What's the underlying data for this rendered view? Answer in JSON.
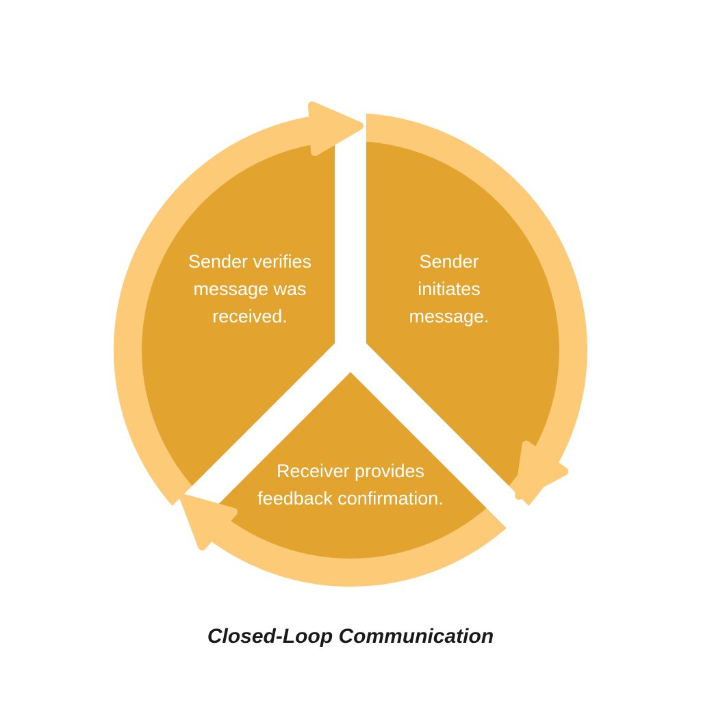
{
  "diagram": {
    "title": "Closed-Loop Communication",
    "flow_direction": "clockwise",
    "arrow_count": 3,
    "colors": {
      "disc": "#E3A42F",
      "ring": "#FDCB77",
      "divider": "#FFFFFF",
      "label_text": "#FFFFFF",
      "title_text": "#1A1A1A",
      "background": "#FFFFFF"
    },
    "segments": [
      {
        "position": "right",
        "label": "Sender\ninitiates\nmessage."
      },
      {
        "position": "bottom",
        "label": "Receiver provides\nfeedback confirmation."
      },
      {
        "position": "left",
        "label": "Sender verifies\nmessage was\nreceived."
      }
    ]
  }
}
